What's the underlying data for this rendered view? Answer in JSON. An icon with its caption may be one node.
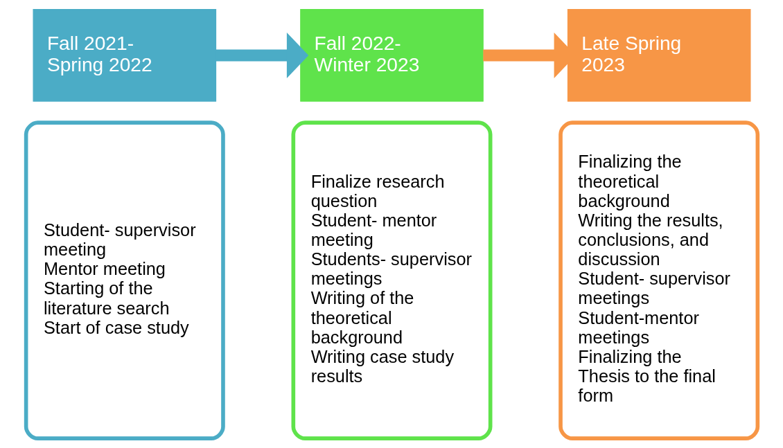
{
  "diagram": {
    "nodes": [
      {
        "text": [
          "Fall 2021- Spring 2022"
        ]
      },
      {
        "text": [
          "Student- supervisor meeting",
          "Mentor meeting",
          "Starting of the literature search",
          "Start of case study"
        ]
      },
      {
        "text": [
          "Fall 2022- Winter 2023"
        ]
      },
      {
        "text": [
          "Finalize research question",
          "Student- mentor meeting",
          "Students- supervisor meetings",
          "Writing of the theoretical background",
          "Writing case study results"
        ]
      },
      {
        "text": [
          "Late Spring 2023"
        ]
      },
      {
        "text": [
          "Finalizing the theoretical background",
          "Writing the results, conclusions, and discussion",
          "Student- supervisor meetings",
          "Student-mentor meetings",
          "Finalizing the Thesis to the final form"
        ]
      }
    ],
    "edges": [
      {
        "from": 0,
        "to": 2,
        "arrow": "to",
        "color": "#4bacc6"
      },
      {
        "from": 2,
        "to": 4,
        "arrow": "to",
        "color": "#f79646"
      }
    ]
  }
}
